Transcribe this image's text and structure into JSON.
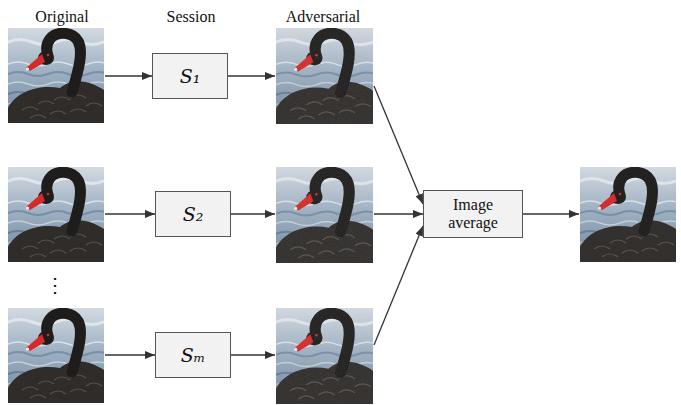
{
  "diagram": {
    "nodes": [
      {
        "text": [
          "S₁"
        ]
      },
      {
        "text": [
          "S₂"
        ]
      },
      {
        "text": [
          "Sₘ"
        ]
      },
      {
        "text": [
          "Image average"
        ]
      }
    ],
    "labels": [
      "Original",
      "Session",
      "Adversarial",
      "⋮"
    ]
  }
}
